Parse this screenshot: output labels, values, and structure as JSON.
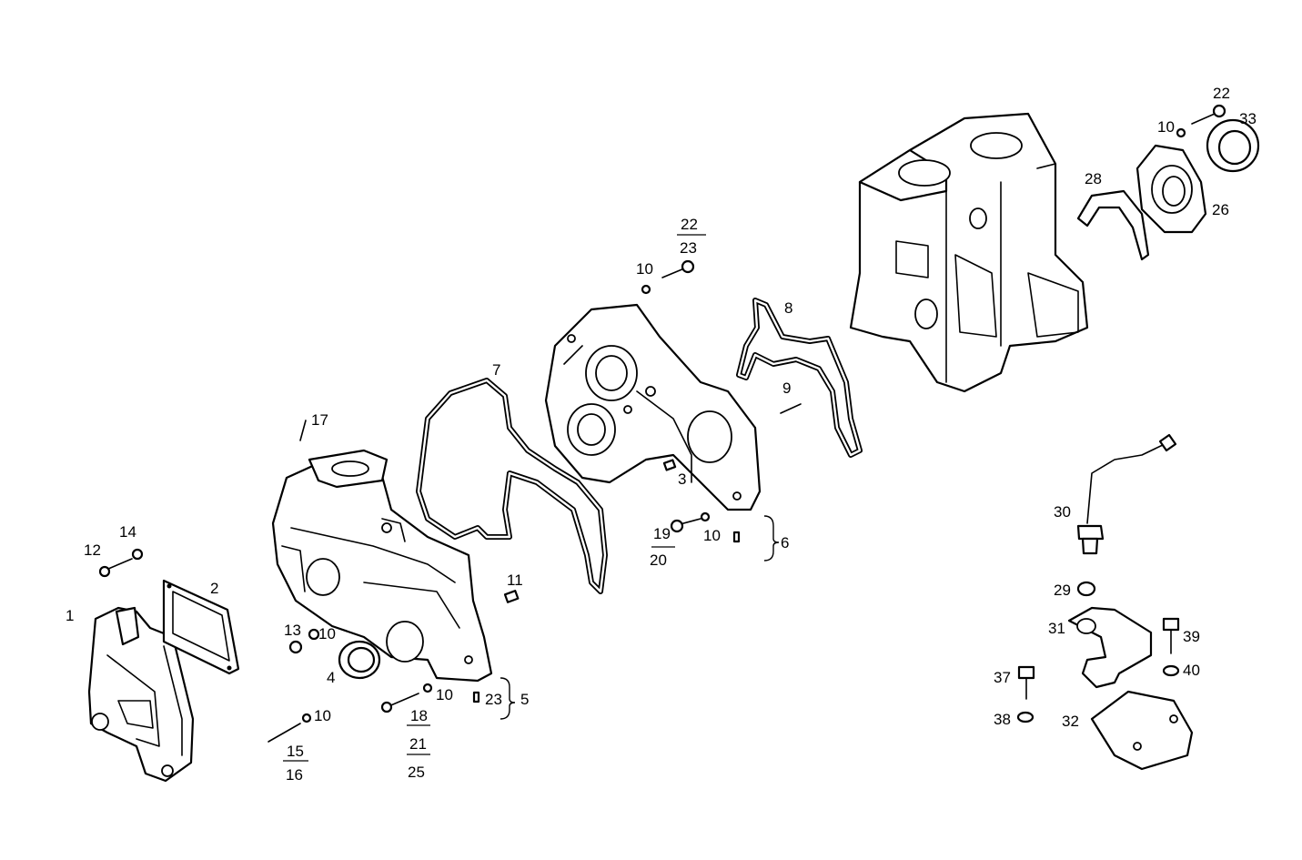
{
  "diagram": {
    "callouts": [
      {
        "id": "c1",
        "text": "1"
      },
      {
        "id": "c2",
        "text": "2"
      },
      {
        "id": "c3",
        "text": "3"
      },
      {
        "id": "c4",
        "text": "4"
      },
      {
        "id": "c5",
        "text": "5"
      },
      {
        "id": "c6",
        "text": "6"
      },
      {
        "id": "c7",
        "text": "7"
      },
      {
        "id": "c8",
        "text": "8"
      },
      {
        "id": "c9",
        "text": "9"
      },
      {
        "id": "c10a",
        "text": "10"
      },
      {
        "id": "c10b",
        "text": "10"
      },
      {
        "id": "c10c",
        "text": "10"
      },
      {
        "id": "c10d",
        "text": "10"
      },
      {
        "id": "c10e",
        "text": "10"
      },
      {
        "id": "c10f",
        "text": "10"
      },
      {
        "id": "c11",
        "text": "11"
      },
      {
        "id": "c12",
        "text": "12"
      },
      {
        "id": "c13",
        "text": "13"
      },
      {
        "id": "c14",
        "text": "14"
      },
      {
        "id": "c15",
        "text": "15"
      },
      {
        "id": "c16",
        "text": "16"
      },
      {
        "id": "c17",
        "text": "17"
      },
      {
        "id": "c18",
        "text": "18"
      },
      {
        "id": "c19",
        "text": "19"
      },
      {
        "id": "c20",
        "text": "20"
      },
      {
        "id": "c21",
        "text": "21"
      },
      {
        "id": "c22a",
        "text": "22"
      },
      {
        "id": "c22b",
        "text": "22"
      },
      {
        "id": "c23a",
        "text": "23"
      },
      {
        "id": "c23b",
        "text": "23"
      },
      {
        "id": "c25",
        "text": "25"
      },
      {
        "id": "c26",
        "text": "26"
      },
      {
        "id": "c28",
        "text": "28"
      },
      {
        "id": "c29",
        "text": "29"
      },
      {
        "id": "c30",
        "text": "30"
      },
      {
        "id": "c31",
        "text": "31"
      },
      {
        "id": "c32",
        "text": "32"
      },
      {
        "id": "c33",
        "text": "33"
      },
      {
        "id": "c37",
        "text": "37"
      },
      {
        "id": "c38",
        "text": "38"
      },
      {
        "id": "c39",
        "text": "39"
      },
      {
        "id": "c40",
        "text": "40"
      }
    ]
  }
}
